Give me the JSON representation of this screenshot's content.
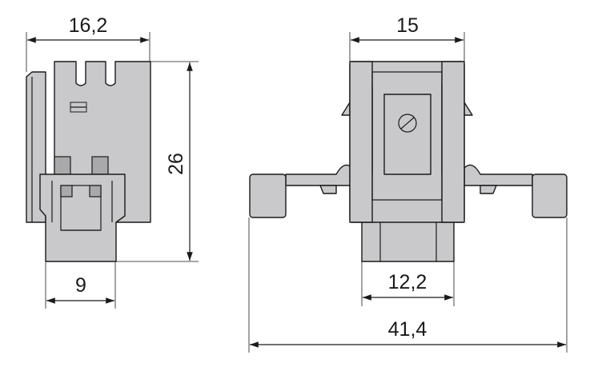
{
  "drawing": {
    "side_view": {
      "width_dimension": "16,2",
      "height_dimension": "26",
      "bottom_width_dimension": "9"
    },
    "front_view": {
      "top_width_dimension": "15",
      "bottom_width_dimension": "12,2",
      "overall_width_dimension": "41,4"
    },
    "colors": {
      "part_fill": "#c9c9cb",
      "line": "#1a1a1a"
    }
  }
}
